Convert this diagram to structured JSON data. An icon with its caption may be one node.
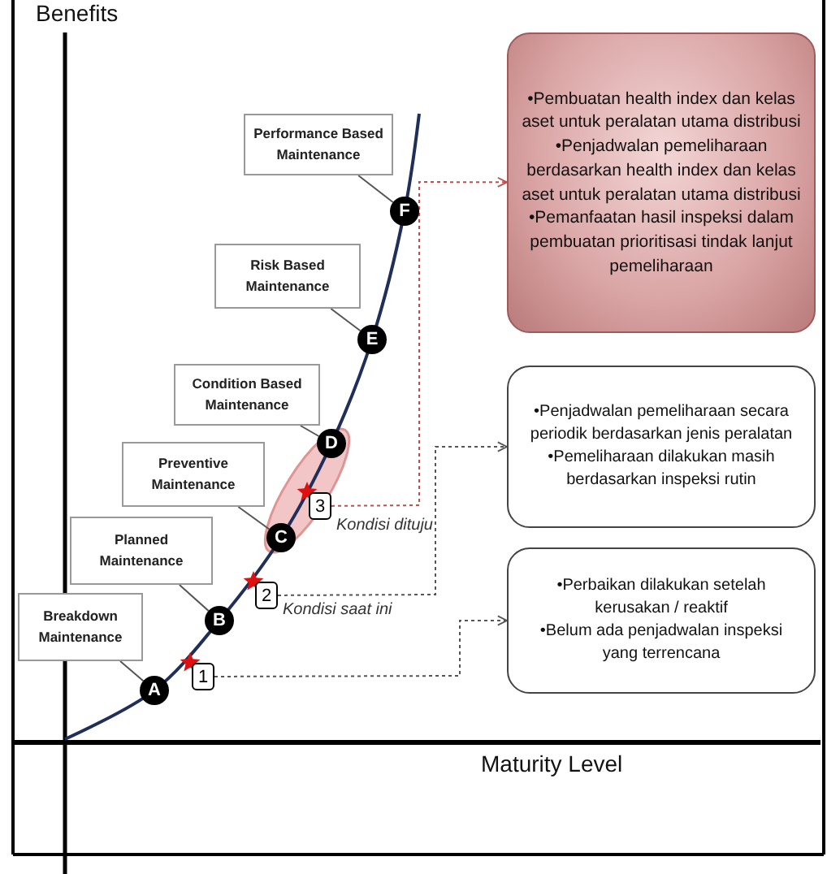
{
  "diagram": {
    "nodes": [
      {
        "text": [
          "Performance Based Maintenance"
        ]
      },
      {
        "text": [
          "F"
        ]
      },
      {
        "text": [
          "Risk Based Maintenance"
        ]
      },
      {
        "text": [
          "E"
        ]
      },
      {
        "text": [
          "Condition Based Maintenance"
        ]
      },
      {
        "text": [
          "D"
        ]
      },
      {
        "text": [
          "Preventive Maintenance"
        ]
      },
      {
        "text": [
          "C"
        ]
      },
      {
        "text": [
          "3"
        ],
        "beside": [
          "Kondisi dituju"
        ]
      },
      {
        "text": [
          "Planned Maintenance"
        ]
      },
      {
        "text": [
          "B"
        ]
      },
      {
        "text": [
          "2"
        ],
        "beside": [
          "Kondisi saat ini"
        ]
      },
      {
        "text": [
          "Breakdown Maintenance"
        ]
      },
      {
        "text": [
          "A"
        ]
      },
      {
        "text": [
          "1"
        ]
      },
      {
        "text": [
          "•Pembuatan health index dan kelas aset untuk peralatan utama distribusi",
          "•Penjadwalan pemeliharaan berdasarkan health index dan kelas aset untuk peralatan utama distribusi",
          "•Pemanfaatan hasil inspeksi dalam pembuatan prioritisasi tindak lanjut pemeliharaan"
        ]
      },
      {
        "text": [
          "•Penjadwalan pemeliharaan secara periodik berdasarkan jenis peralatan",
          "•Pemeliharaan dilakukan masih berdasarkan inspeksi rutin"
        ]
      },
      {
        "text": [
          "•Perbaikan dilakukan setelah kerusakan / reaktif",
          "•Belum ada penjadwalan inspeksi yang terrencana"
        ]
      }
    ],
    "edges": [
      {
        "from": 0,
        "to": 1,
        "arrow": "none"
      },
      {
        "from": 2,
        "to": 3,
        "arrow": "none"
      },
      {
        "from": 4,
        "to": 5,
        "arrow": "none"
      },
      {
        "from": 6,
        "to": 7,
        "arrow": "none"
      },
      {
        "from": 9,
        "to": 10,
        "arrow": "none"
      },
      {
        "from": 12,
        "to": 13,
        "arrow": "none"
      },
      {
        "from": 8,
        "to": 15,
        "arrow": "to",
        "style": "dashed",
        "color": "#c0504d"
      },
      {
        "from": 11,
        "to": 16,
        "arrow": "to",
        "style": "dashed"
      },
      {
        "from": 14,
        "to": 17,
        "arrow": "to",
        "style": "dashed"
      }
    ],
    "labels": [
      "Benefits",
      "Maturity Level"
    ]
  }
}
